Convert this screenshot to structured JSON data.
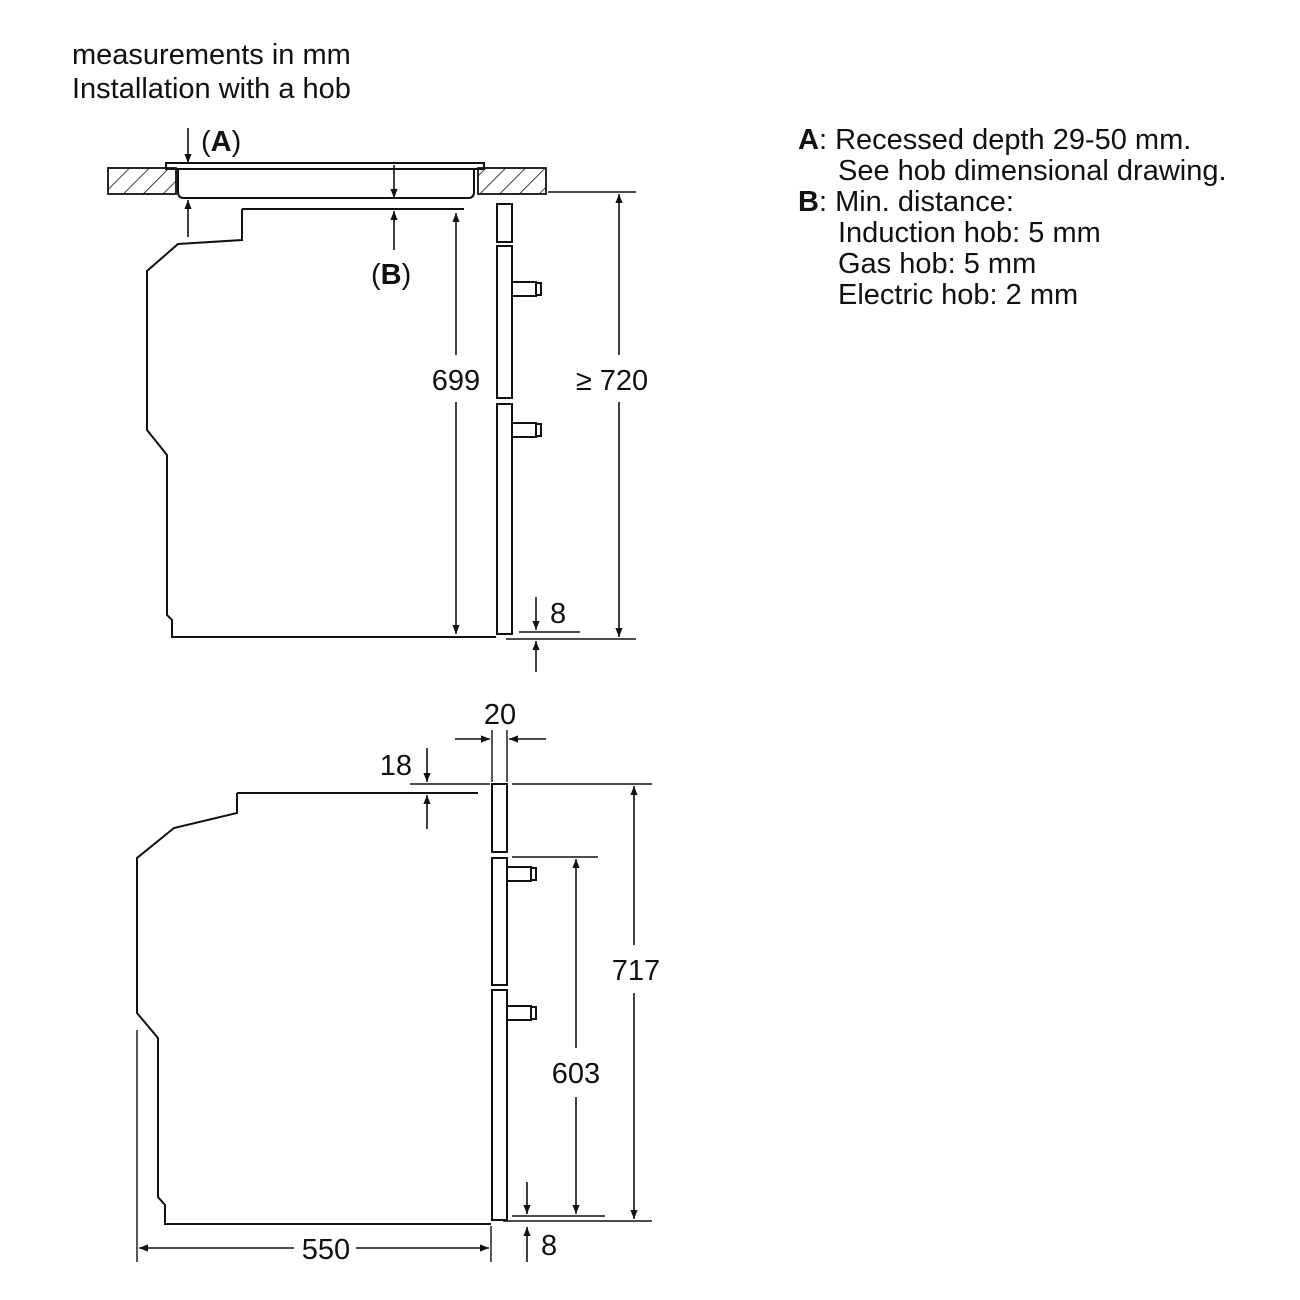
{
  "header": {
    "line1": "measurements in mm",
    "line2": "Installation with a hob"
  },
  "legend": {
    "a_key": "A",
    "a_line1": ": Recessed depth 29-50 mm.",
    "a_line2": "See hob dimensional drawing.",
    "b_key": "B",
    "b_line1": ": Min. distance:",
    "b_line2": "Induction hob: 5 mm",
    "b_line3": "Gas hob: 5 mm",
    "b_line4": "Electric hob: 2 mm"
  },
  "top_drawing": {
    "label_a_open": "(",
    "label_a_key": "A",
    "label_a_close": ")",
    "label_b_open": "(",
    "label_b_key": "B",
    "label_b_close": ")",
    "dim_699": "699",
    "dim_720": "≥ 720",
    "dim_8": "8"
  },
  "bottom_drawing": {
    "dim_20": "20",
    "dim_18": "18",
    "dim_717": "717",
    "dim_603": "603",
    "dim_550": "550",
    "dim_8": "8"
  }
}
